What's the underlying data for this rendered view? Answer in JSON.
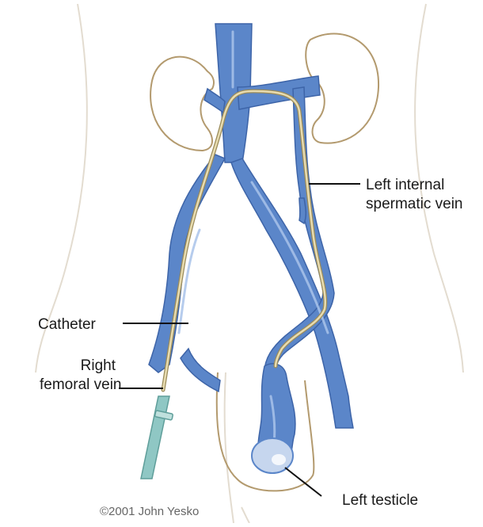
{
  "labels": {
    "left_internal_spermatic_vein_line1": "Left internal",
    "left_internal_spermatic_vein_line2": "spermatic vein",
    "catheter": "Catheter",
    "right_femoral_vein_line1": "Right",
    "right_femoral_vein_line2": "femoral vein",
    "left_testicle": "Left testicle"
  },
  "credit": "©2001 John Yesko",
  "colors": {
    "vein": "#5b86c9",
    "vein_highlight": "#a9c3ea",
    "vein_dark": "#3d64a8",
    "catheter": "#e8dcb0",
    "catheter_edge": "#9a8b5a",
    "sheath": "#8fc7c4",
    "outline": "#b39a6e",
    "body_outline": "#e3dcd0"
  }
}
